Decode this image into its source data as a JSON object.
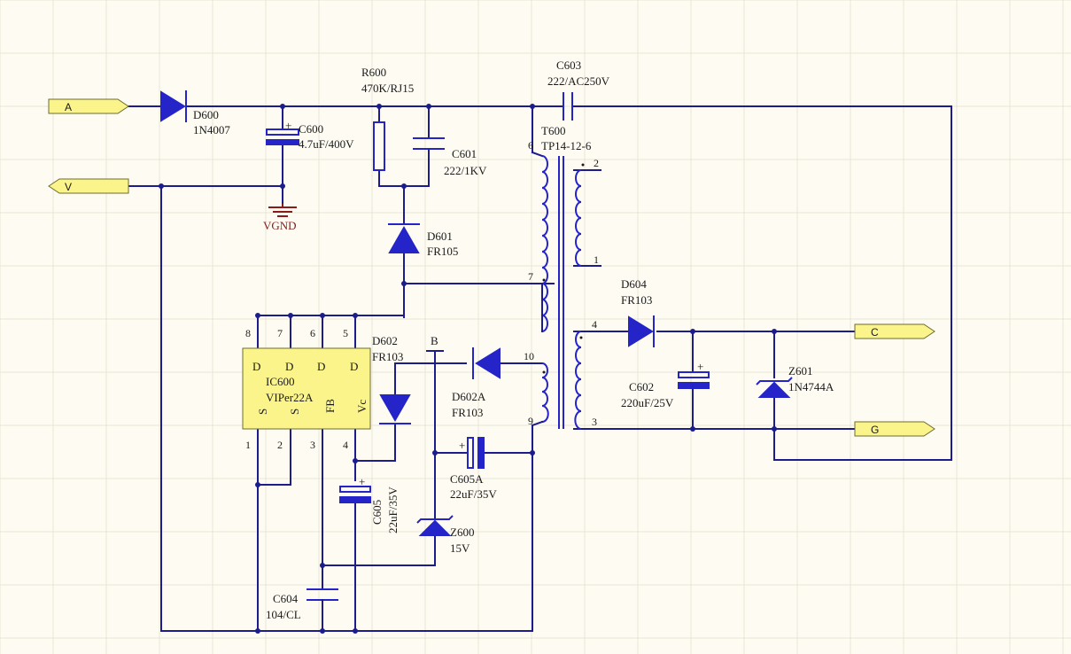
{
  "ports": {
    "a": "A",
    "v": "V",
    "c": "C",
    "g": "G",
    "b": "B"
  },
  "gnd_label": "VGND",
  "components": {
    "d600": {
      "ref": "D600",
      "value": "1N4007"
    },
    "c600": {
      "ref": "C600",
      "value": "4.7uF/400V"
    },
    "r600": {
      "ref": "R600",
      "value": "470K/RJ15"
    },
    "c601": {
      "ref": "C601",
      "value": "222/1KV"
    },
    "c603": {
      "ref": "C603",
      "value": "222/AC250V"
    },
    "t600": {
      "ref": "T600",
      "value": "TP14-12-6"
    },
    "d601": {
      "ref": "D601",
      "value": "FR105"
    },
    "d602": {
      "ref": "D602",
      "value": "FR103"
    },
    "d602a": {
      "ref": "D602A",
      "value": "FR103"
    },
    "d604": {
      "ref": "D604",
      "value": "FR103"
    },
    "c602": {
      "ref": "C602",
      "value": "220uF/25V"
    },
    "z601": {
      "ref": "Z601",
      "value": "1N4744A"
    },
    "c605": {
      "ref": "C605",
      "value": "22uF/35V"
    },
    "c605a": {
      "ref": "C605A",
      "value": "22uF/35V"
    },
    "z600": {
      "ref": "Z600",
      "value": "15V"
    },
    "c604": {
      "ref": "C604",
      "value": "104/CL"
    },
    "ic600": {
      "ref": "IC600",
      "value": "VIPer22A"
    }
  },
  "ic_pins": {
    "top_numbers": [
      "8",
      "7",
      "6",
      "5"
    ],
    "top_names": [
      "D",
      "D",
      "D",
      "D"
    ],
    "bottom_numbers": [
      "1",
      "2",
      "3",
      "4"
    ],
    "bottom_names": [
      "S",
      "S",
      "FB",
      "Vc"
    ]
  },
  "transformer_pins": {
    "p6": "6",
    "p7": "7",
    "p2": "2",
    "p1": "1",
    "p10": "10",
    "p9": "9",
    "p4": "4",
    "p3": "3"
  },
  "dot_marker": "+"
}
